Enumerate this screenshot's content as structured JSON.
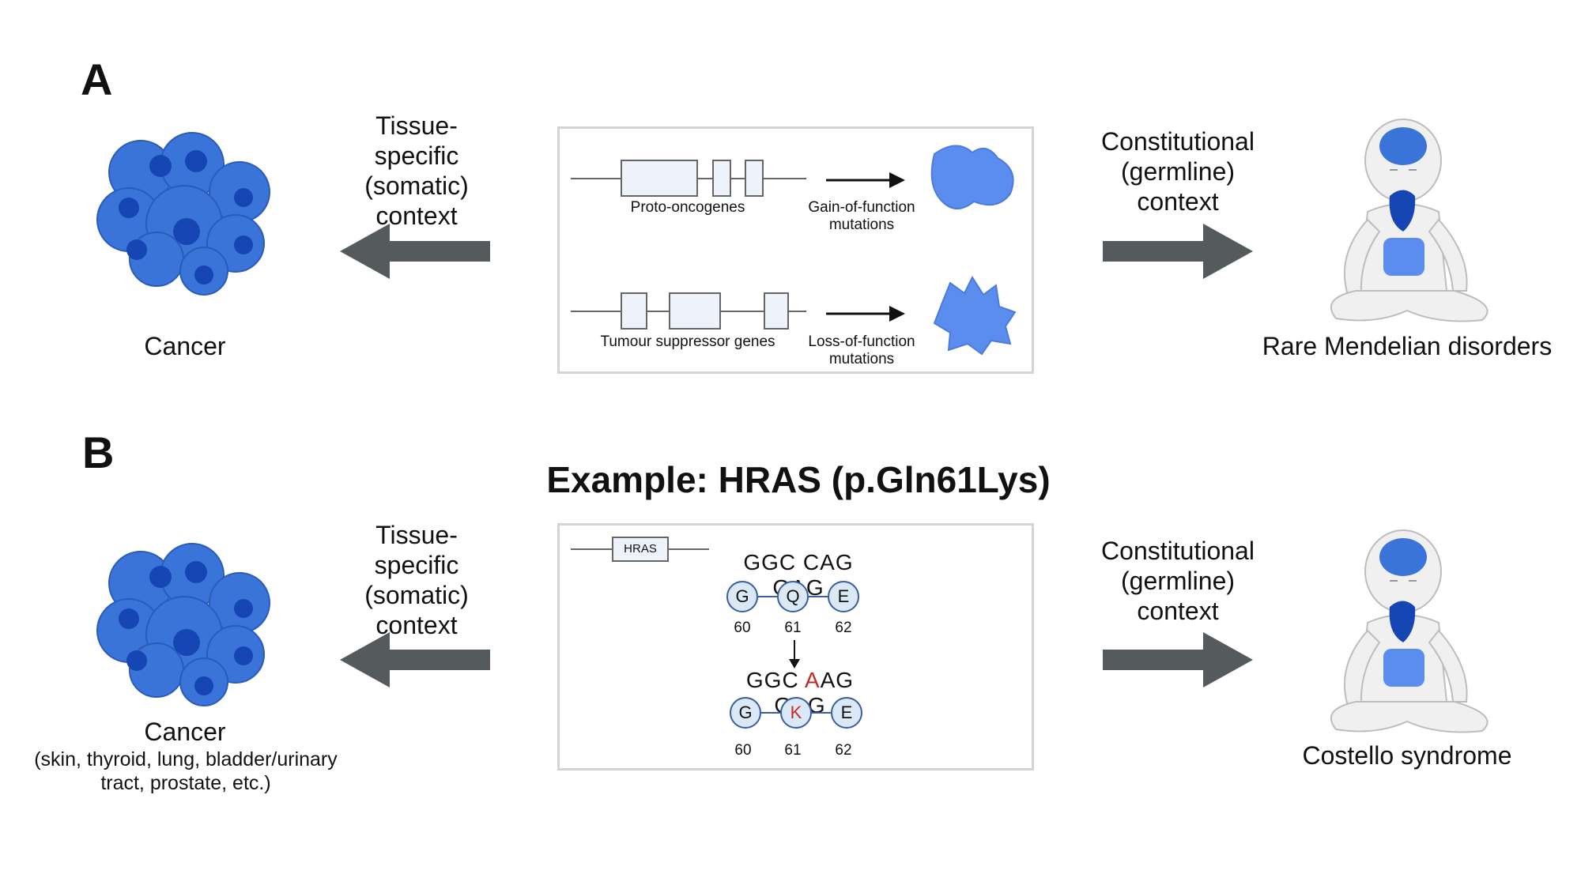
{
  "panel_a": {
    "letter": "A",
    "left_context": [
      "Tissue-",
      "specific",
      "(somatic)",
      "context"
    ],
    "right_context": [
      "Constitutional",
      "(germline)",
      "context"
    ],
    "left_label": "Cancer",
    "right_label": "Rare Mendelian disorders",
    "box": {
      "gene1_label": "Proto-oncogenes",
      "gene1_effect": [
        "Gain-of-function",
        "mutations"
      ],
      "gene2_label": "Tumour suppressor genes",
      "gene2_effect": [
        "Loss-of-function",
        "mutations"
      ]
    }
  },
  "panel_b": {
    "letter": "B",
    "title": "Example: HRAS (p.Gln61Lys)",
    "left_context": [
      "Tissue-",
      "specific",
      "(somatic)",
      "context"
    ],
    "right_context": [
      "Constitutional",
      "(germline)",
      "context"
    ],
    "left_label": "Cancer",
    "left_sublabel": [
      "(skin, thyroid, lung, bladder/urinary",
      "tract, prostate, etc.)"
    ],
    "right_label": "Costello syndrome",
    "box": {
      "gene_label": "HRAS",
      "codons_wt": "GGC CAG GAG",
      "codons_mut_prefix": "GGC ",
      "codons_mut_changed": "A",
      "codons_mut_suffix": "AG GAG",
      "aa_wt": [
        "G",
        "Q",
        "E"
      ],
      "aa_mut": [
        "G",
        "K",
        "E"
      ],
      "positions": [
        "60",
        "61",
        "62"
      ]
    }
  },
  "colors": {
    "cell_blue": "#2f6fd6",
    "protein_blue": "#5b8def",
    "arrow_gray": "#555a5c",
    "mutation_red": "#c62828",
    "aa_circle_fill": "#dbe8f5"
  }
}
